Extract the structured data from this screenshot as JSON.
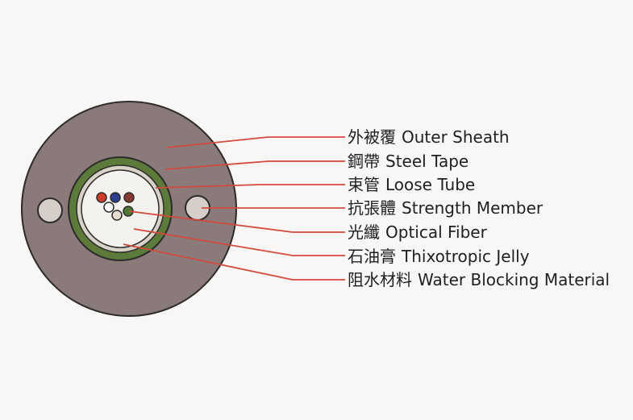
{
  "colors": {
    "background": "#f9f7f5",
    "outer_sheath": "#8a7a79",
    "steel_tape": "#5c7a3a",
    "loose_tube": "#f4f2ee",
    "strength_member": "#d6cec8",
    "leader_line": "#d24a3c",
    "outline": "#2b2b2b",
    "fiber_red": "#d23b2a",
    "fiber_blue": "#2b3f8f",
    "fiber_brown": "#8a3a32",
    "fiber_white": "#ffffff",
    "fiber_tan": "#e7dccd",
    "fiber_green": "#4f7a32"
  },
  "labels": [
    {
      "id": "outer-sheath",
      "zh": "外被覆",
      "en": "Outer Sheath"
    },
    {
      "id": "steel-tape",
      "zh": "鋼帶",
      "en": "Steel Tape"
    },
    {
      "id": "loose-tube",
      "zh": "束管",
      "en": "Loose Tube"
    },
    {
      "id": "strength-member",
      "zh": "抗張體",
      "en": "Strength Member"
    },
    {
      "id": "optical-fiber",
      "zh": "光纖",
      "en": "Optical Fiber"
    },
    {
      "id": "thixotropic-jelly",
      "zh": "石油膏",
      "en": "Thixotropic Jelly"
    },
    {
      "id": "water-blocking-material",
      "zh": "阻水材料",
      "en": "Water Blocking Material"
    }
  ]
}
